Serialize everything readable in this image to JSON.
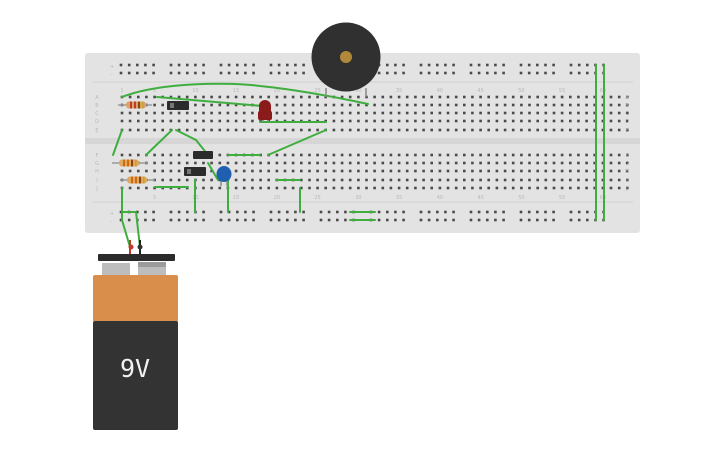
{
  "colors": {
    "breadboard": "#e3e3e3",
    "hole": "#4a4a4a",
    "wire": "#3fae3f",
    "rail_red": "#e06060",
    "rail_blue": "#6a8ec9",
    "battery_top": "#d98e4c",
    "battery_body": "#333333",
    "buzzer": "#303030",
    "buzzer_port": "#b08a3a",
    "led": "#8b1a1a",
    "capacitor": "#1f5fb0",
    "transistor": "#2b2b2b",
    "resistor": "#d9a46a"
  },
  "breadboard": {
    "column_numbers": [
      "1",
      "5",
      "10",
      "15",
      "20",
      "25",
      "30",
      "35",
      "40",
      "45",
      "50",
      "55",
      "60"
    ],
    "row_letters_top": [
      "A",
      "B",
      "C",
      "D",
      "E"
    ],
    "row_letters_bottom": [
      "F",
      "G",
      "H",
      "I",
      "J"
    ],
    "rail_signs": [
      "+",
      "-"
    ]
  },
  "battery": {
    "label": "9V"
  },
  "components": {
    "buzzer": "buzzer-icon",
    "battery": "battery-icon",
    "led": "led-icon",
    "capacitor": "capacitor-icon",
    "transistors": [
      "transistor-icon",
      "transistor-icon",
      "transistor-icon"
    ],
    "resistors": [
      "resistor-icon",
      "resistor-icon",
      "resistor-icon"
    ]
  }
}
